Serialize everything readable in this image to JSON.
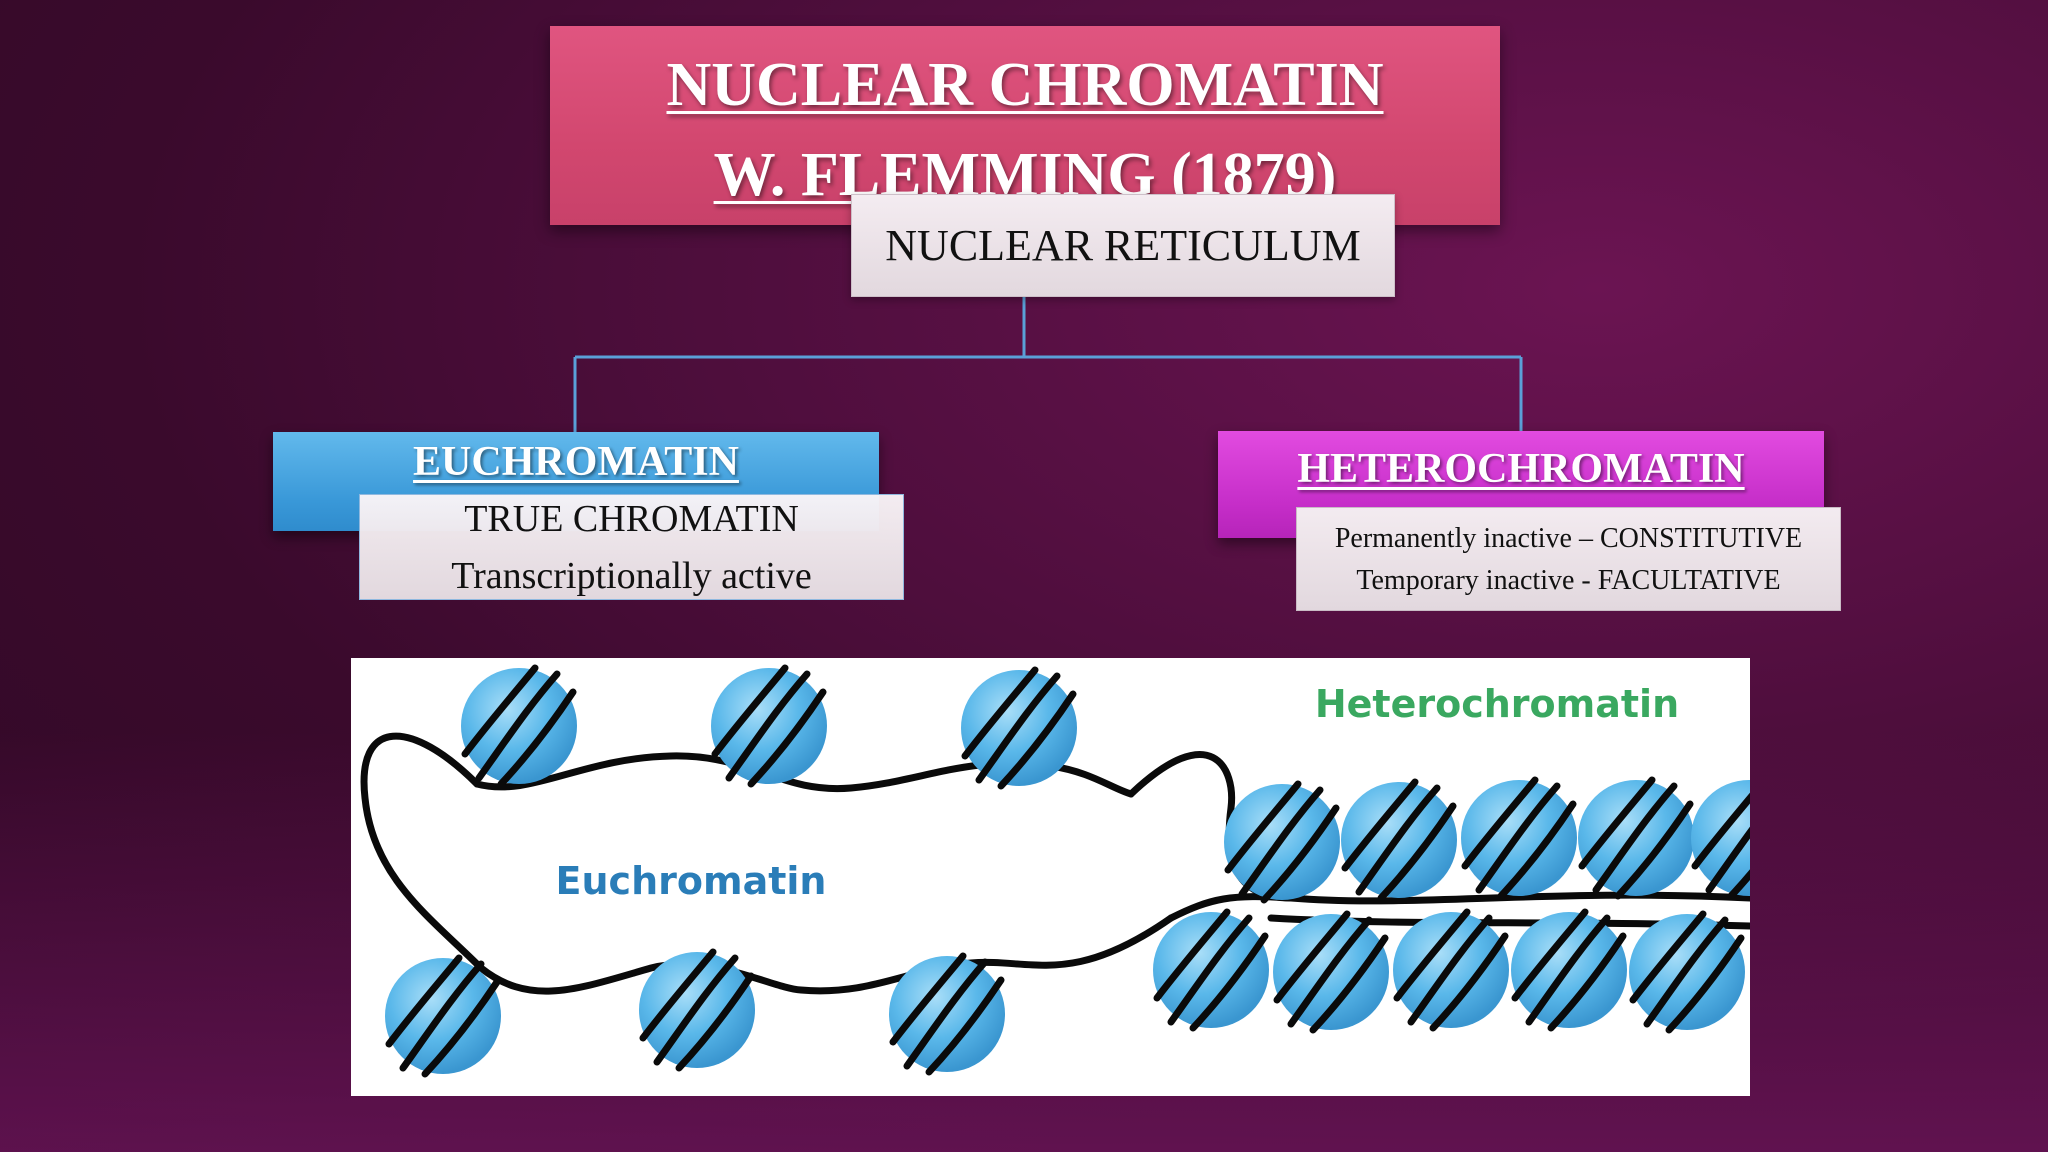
{
  "title": {
    "line1": "NUCLEAR CHROMATIN",
    "line2": "W. FLEMMING (1879)"
  },
  "subtitle": "NUCLEAR RETICULUM",
  "euchromatin": {
    "heading": "EUCHROMATIN",
    "line1": "TRUE CHROMATIN",
    "line2": "Transcriptionally active"
  },
  "heterochromatin": {
    "heading": "HETEROCHROMATIN",
    "line1": "Permanently inactive – CONSTITUTIVE",
    "line2": "Temporary inactive - FACULTATIVE"
  },
  "illustration": {
    "label_euchromatin": "Euchromatin",
    "label_heterochromatin": "Heterochromatin"
  },
  "colors": {
    "title_box": "#d84c76",
    "euchromatin_box": "#3d9ad8",
    "heterochromatin_box": "#cb32cc",
    "connector": "#5aa0d8",
    "nucleosome": "#5ab8ea",
    "label_euchromatin": "#2a7db8",
    "label_heterochromatin": "#3aa860"
  }
}
